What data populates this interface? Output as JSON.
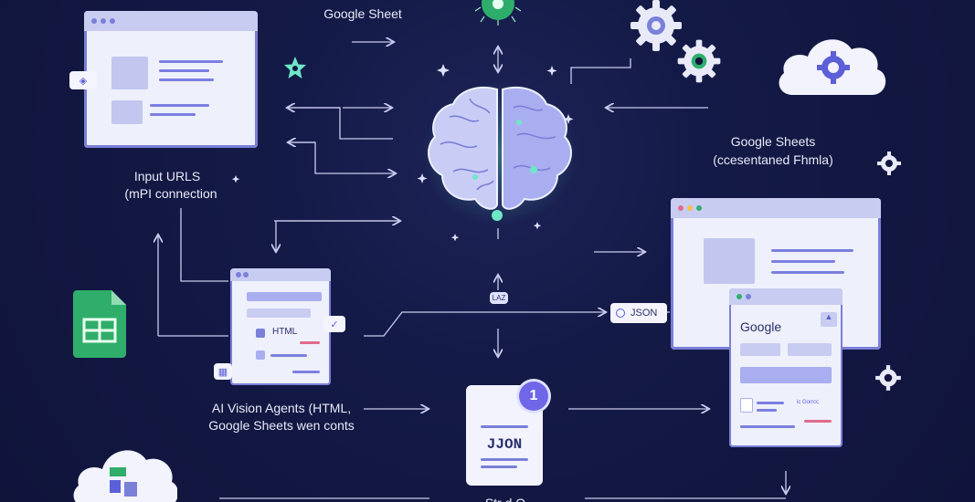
{
  "labels": {
    "google_sheet_top": "Google Sheet",
    "input_urls_line1": "Input URLS",
    "input_urls_line2": "(mPI connection",
    "google_sheets_right_line1": "Google Sheets",
    "google_sheets_right_line2": "(ccesentaned Fhmla)",
    "ai_agents_line1": "AI Vision Agents (HTML,",
    "ai_agents_line2": "Google Sheets wen conts",
    "bottom_partial": "Str      d O    "
  },
  "cards": {
    "html_tag": "HTML",
    "json_pill": "JSON",
    "jjon_doc": "JJON",
    "badge_number": "1",
    "google_card_title": "Google",
    "small_tag": "LAZ",
    "mini_label": "ic Gorrcc"
  },
  "icons": {
    "brain": "brain-icon",
    "gear": "gear-icon",
    "cloud": "cloud-icon",
    "sheets": "google-sheets-icon",
    "star": "star-icon",
    "sparkle": "sparkle-icon"
  },
  "colors": {
    "background": "#12163f",
    "line": "#c9ccee",
    "accent": "#7a7fd8",
    "green": "#2fae6b",
    "brain_glow": "#6ee7c7"
  }
}
